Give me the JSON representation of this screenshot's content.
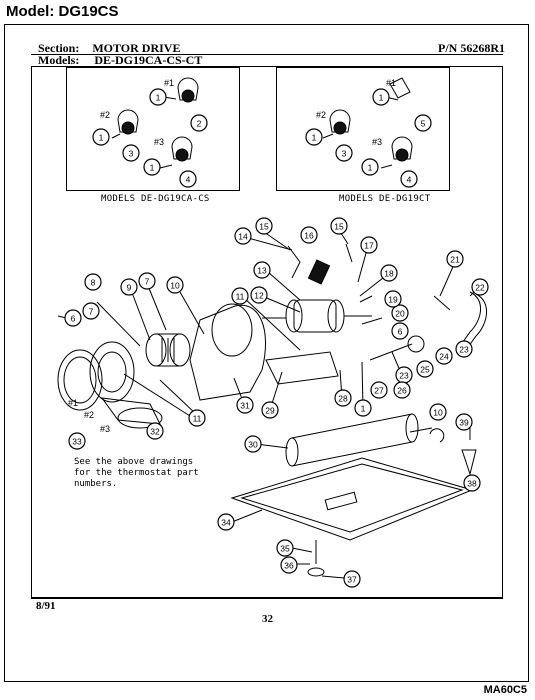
{
  "header": {
    "model_label": "Model:  DG19CS"
  },
  "section": {
    "label": "Section:",
    "value": "MOTOR DRIVE",
    "pn": "P/N 56268R1"
  },
  "models": {
    "label": "Models:",
    "value": "DE-DG19CA-CS-CT"
  },
  "inset_left": {
    "caption": "MODELS DE-DG19CA-CS",
    "tags": [
      "#1",
      "#2",
      "#3"
    ],
    "callouts": [
      "1",
      "2",
      "1",
      "3",
      "1",
      "4"
    ]
  },
  "inset_right": {
    "caption": "MODELS DE-DG19CT",
    "tags": [
      "#1",
      "#2",
      "#3"
    ],
    "callouts": [
      "1",
      "5",
      "1",
      "3",
      "1",
      "4"
    ]
  },
  "main_tags": [
    "#1",
    "#2",
    "#3"
  ],
  "main_callouts": [
    "14",
    "15",
    "16",
    "15",
    "17",
    "13",
    "18",
    "21",
    "8",
    "7",
    "9",
    "10",
    "11",
    "12",
    "20",
    "19",
    "22",
    "6",
    "7",
    "6",
    "23",
    "24",
    "25",
    "23",
    "26",
    "27",
    "28",
    "1",
    "31",
    "11",
    "29",
    "32",
    "33",
    "10",
    "39",
    "30",
    "38",
    "34",
    "35",
    "36",
    "37"
  ],
  "note": "See the above drawings for the thermostat part numbers.",
  "footer": {
    "date": "8/91",
    "page": "32",
    "code": "MA60C5"
  }
}
